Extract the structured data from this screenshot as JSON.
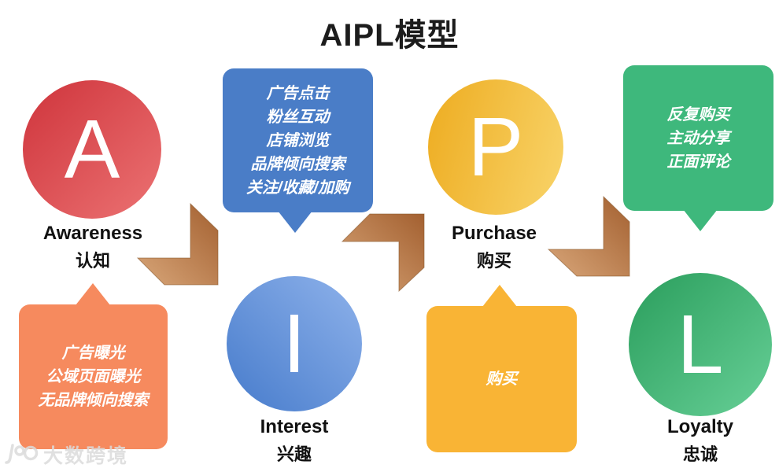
{
  "title": "AIPL模型",
  "stages": [
    {
      "letter": "A",
      "en": "Awareness",
      "zh": "认知"
    },
    {
      "letter": "I",
      "en": "Interest",
      "zh": "兴趣"
    },
    {
      "letter": "P",
      "en": "Purchase",
      "zh": "购买"
    },
    {
      "letter": "L",
      "en": "Loyalty",
      "zh": "忠诚"
    }
  ],
  "bubbles": {
    "awareness": {
      "lines": [
        "广告曝光",
        "公域页面曝光",
        "无品牌倾向搜索"
      ]
    },
    "interest": {
      "lines": [
        "广告点击",
        "粉丝互动",
        "店铺浏览",
        "品牌倾向搜索",
        "关注/收藏/加购"
      ]
    },
    "purchase": {
      "lines": [
        "购买"
      ]
    },
    "loyalty": {
      "lines": [
        "反复购买",
        "主动分享",
        "正面评论"
      ]
    }
  },
  "watermark": {
    "text": "大数跨境"
  },
  "colors": {
    "awareness_circle": [
      "#d13940",
      "#ea6f70"
    ],
    "interest_circle": [
      "#4a7ecd",
      "#8db1ea"
    ],
    "purchase_circle": [
      "#eeae24",
      "#f8d266"
    ],
    "loyalty_circle": [
      "#2da05f",
      "#64cd94"
    ],
    "awareness_bubble": "#f68a5e",
    "interest_bubble": "#4a7dc7",
    "purchase_bubble": "#f9b435",
    "loyalty_bubble": "#3eb87c",
    "arrow_gradient": [
      "#d8a679",
      "#a36030"
    ],
    "title_text": "#1c1c1c"
  }
}
